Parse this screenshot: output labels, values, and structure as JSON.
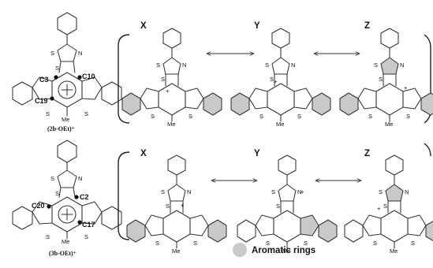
{
  "compounds": [
    {
      "name": "(2b-OEt)⁺",
      "carbon_labels": [
        "C3",
        "C10",
        "C19"
      ]
    },
    {
      "name": "(3b-OEt)⁺",
      "carbon_labels": [
        "C2",
        "C20",
        "C17"
      ]
    }
  ],
  "resonance_labels": [
    "X",
    "Y",
    "Z"
  ],
  "atoms": {
    "sulfur": "S",
    "nitrogen": "N",
    "methyl": "Me",
    "charge": "+"
  },
  "legend": {
    "label": "Aromatic rings",
    "color": "#c9c9c9"
  }
}
